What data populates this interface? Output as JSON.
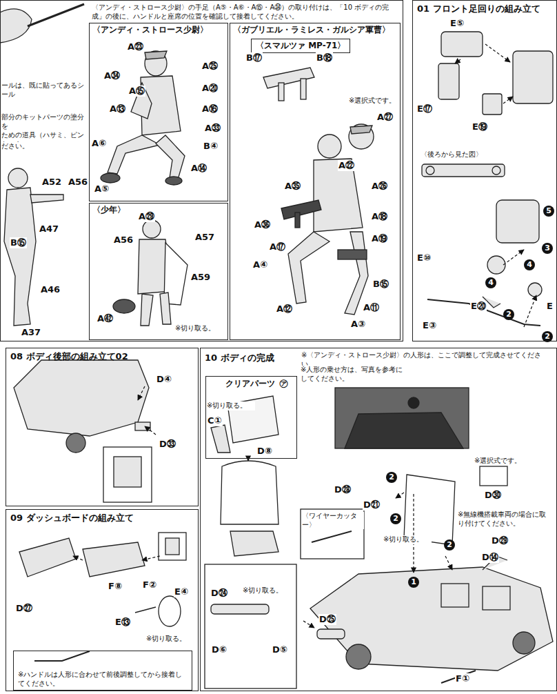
{
  "diagram": {
    "nodes": [
      {
        "text": [
          "〈アンディ・ストロース少尉〉の手足（A⑤・A⑥・A⑮・A㉞）の取り付けは、「10 ボディの完成」の後に、ハンドルと座席の位置を確認して接着してください。"
        ]
      },
      {
        "text": [
          "〈アンディ・ストロース少尉〉"
        ],
        "in": 0
      },
      {
        "text": [
          "〈少年〉"
        ],
        "in": 0
      },
      {
        "text": [
          "〈ガブリエル・ラミレス・ガルシア軍曹〉"
        ],
        "in": 0
      },
      {
        "text": [
          "〈スマルツァ MP-71〉"
        ],
        "in": 3
      },
      {
        "text": [
          "01 フロント足回りの組み立て"
        ]
      },
      {
        "text": [
          "08 ボディ後部の組み立て02"
        ]
      },
      {
        "text": [
          "09 ダッシュボードの組み立て"
        ]
      },
      {
        "text": [
          "※ハンドルは人形に合わせて前後調整してから接着してください。"
        ],
        "in": 7
      },
      {
        "text": [
          "10 ボディの完成",
          "※〈アンディ・ストロース少尉〉の人形は、ここで調整して完成させてください。"
        ]
      },
      {
        "text": [
          "クリアパーツ"
        ],
        "in": 9
      }
    ],
    "labels": [
      "ールは、既に貼ってあるシール",
      "部分のキットパーツの塗分を",
      "ための道具（ハサミ、ピンセット、",
      "ださい。",
      "A52",
      "A56",
      "A47",
      "B⑮",
      "A46",
      "A37",
      "A㉓",
      "A㉕",
      "A㉞",
      "A⑮",
      "A⑳",
      "A⑬",
      "A⑯",
      "A⑥",
      "A㉝",
      "B④",
      "A⑭",
      "A⑤",
      "A㉙",
      "A56",
      "A57",
      "A59",
      "A㊷",
      "※切り取る。",
      "B⑰",
      "B⑱",
      "※選択式です。",
      "A㉗",
      "A㉒",
      "A㉟",
      "A㉖",
      "A㊱",
      "A⑱",
      "A⑰",
      "A⑲",
      "A④",
      "B⑮",
      "A⑫",
      "A⑪",
      "A③",
      "E⑤",
      "E⑰",
      "E⑲",
      "〈後ろから見た図〉",
      "E⑩",
      "E⑳",
      "E③",
      "E",
      "5",
      "3",
      "4",
      "4",
      "2",
      "2",
      "D④",
      "D㉝",
      "D㉗",
      "F⑧",
      "F②",
      "E④",
      "E⑬",
      "※切り取る。",
      "※人形の乗せ方は、写真を参考にしてください。",
      "㋐",
      "※切り取る。",
      "C①",
      "D⑧",
      "D㉘",
      "D㉑",
      "〈ワイヤーカッター〉",
      "※切り取る。",
      "※選択式です。",
      "D㉚",
      "※無線機搭載車両の場合に取り付けてください。",
      "D㉙",
      "D⑭",
      "D㉔",
      "※切り取る。",
      "D⑥",
      "D⑤",
      "D㉕",
      "F①",
      "2",
      "2",
      "1",
      "2"
    ]
  }
}
